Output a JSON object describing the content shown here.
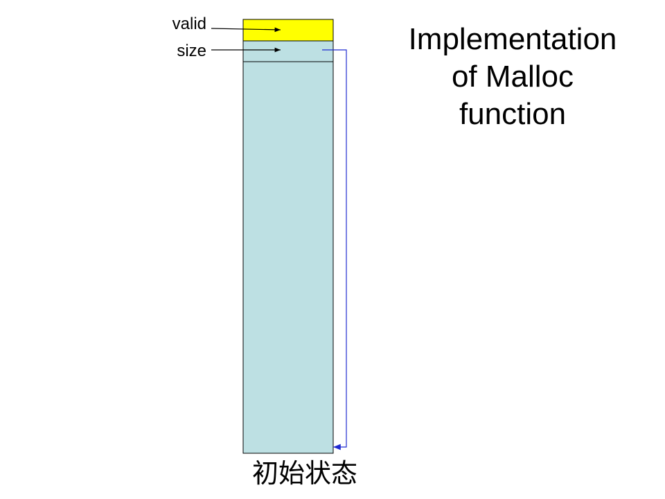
{
  "title": {
    "lines": [
      "Implementation",
      "of  Malloc",
      "function"
    ]
  },
  "labels": {
    "valid": "valid",
    "size": "size"
  },
  "caption": "初始状态",
  "colors": {
    "valid_field": "#ffff00",
    "memory_block": "#bde0e3",
    "outline": "#000000",
    "pointer_arrow": "#1f2bd0"
  }
}
